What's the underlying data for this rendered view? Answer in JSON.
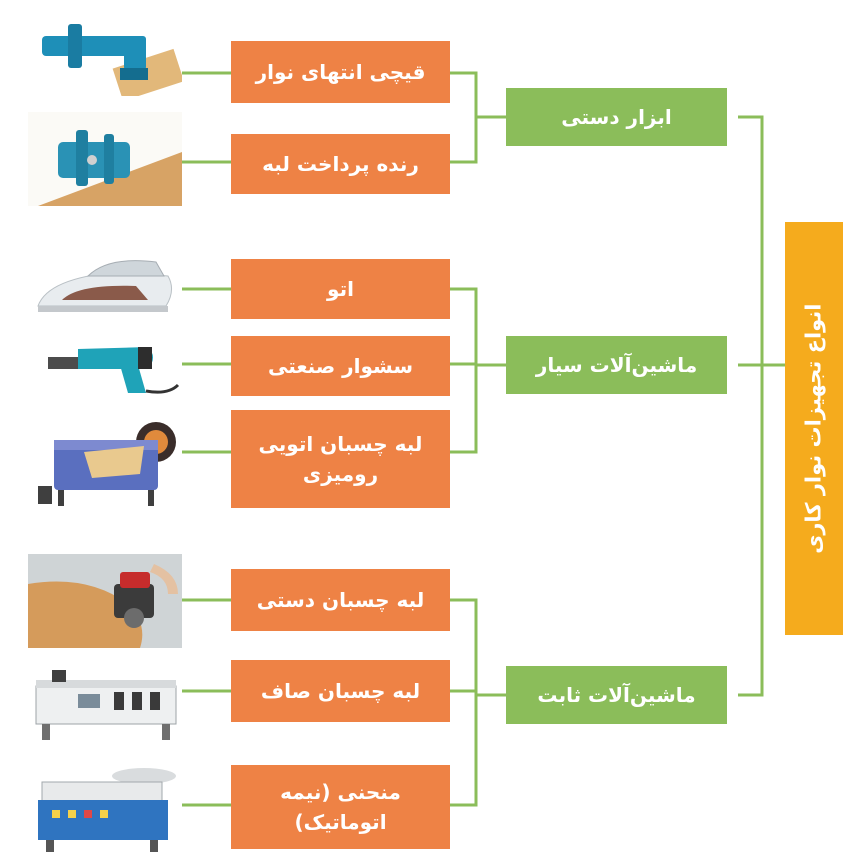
{
  "root": {
    "label": "انواع تجهیزات نوار کاری"
  },
  "colors": {
    "root": "#f5ab1d",
    "category": "#8bbd5a",
    "item": "#ee8245",
    "line": "#8bbd5a"
  },
  "categories": [
    {
      "label": "ابزار دستی",
      "items": [
        {
          "label": "قیچی انتهای نوار",
          "picture": "edge-trimmer-tool-icon"
        },
        {
          "label": "رنده پرداخت لبه",
          "picture": "edge-plane-tool-icon"
        }
      ]
    },
    {
      "label": "ماشین‌آلات سیار",
      "items": [
        {
          "label": "اتو",
          "picture": "iron-icon"
        },
        {
          "label": "سشوار صنعتی",
          "picture": "heat-gun-icon"
        },
        {
          "label": "لبه چسبان اتویی رومیزی",
          "picture": "tabletop-edge-bander-icon"
        }
      ]
    },
    {
      "label": "ماشین‌آلات ثابت",
      "items": [
        {
          "label": "لبه چسبان دستی",
          "picture": "handheld-edge-bander-icon"
        },
        {
          "label": "لبه چسبان صاف",
          "picture": "straight-edge-bander-machine-icon"
        },
        {
          "label": "منحنی (نیمه اتوماتیک)",
          "picture": "curve-edge-bander-machine-icon"
        }
      ]
    }
  ]
}
